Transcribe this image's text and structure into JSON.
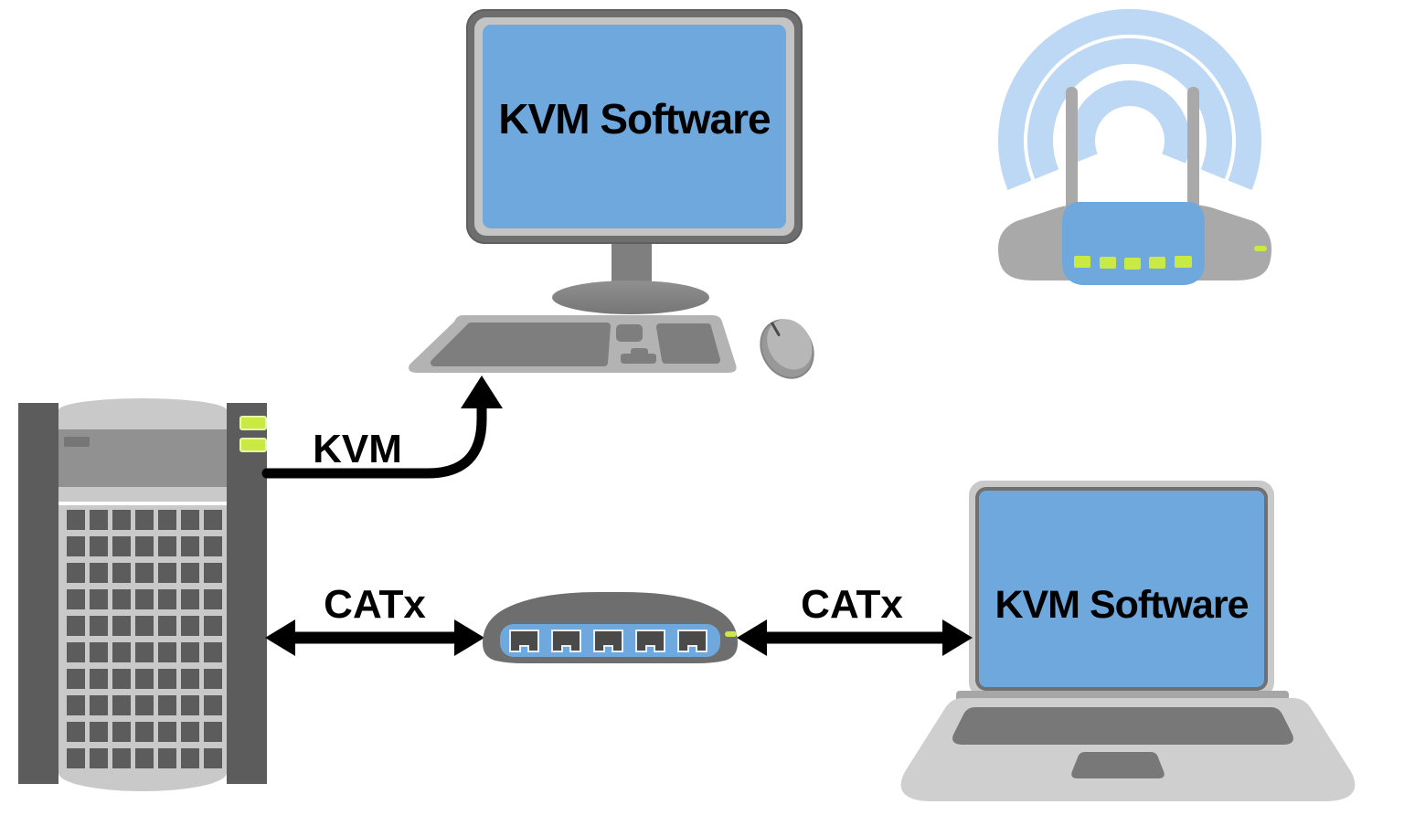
{
  "diagram": {
    "background_color": "#ffffff",
    "devices": {
      "server": {
        "type": "server-tower",
        "status_led_count": 2
      },
      "desktop": {
        "type": "desktop-workstation",
        "monitor_label": "KVM Software"
      },
      "switch": {
        "type": "network-switch",
        "port_count": 5,
        "status_led_count": 1
      },
      "laptop": {
        "type": "laptop",
        "screen_label": "KVM Software"
      },
      "router": {
        "type": "wireless-router",
        "antenna_count": 2,
        "front_led_count": 5,
        "wifi_arc_count": 3
      }
    },
    "connections": [
      {
        "id": "kvm-link",
        "label": "KVM",
        "style": "curved-arrow"
      },
      {
        "id": "catx-server-switch",
        "label": "CATx",
        "style": "double-headed-arrow"
      },
      {
        "id": "catx-switch-laptop",
        "label": "CATx",
        "style": "double-headed-arrow"
      }
    ],
    "colors": {
      "screen_blue": "#6fa8dc",
      "wifi_signal_blue": "#bcd8f5",
      "led_green": "#c9ea45",
      "cable_black": "#000000",
      "device_dark_gray": "#5c5c5c",
      "device_mid_gray": "#8a8a8a",
      "device_light_gray": "#c9c9c9",
      "router_gray": "#a9a9a9"
    }
  }
}
